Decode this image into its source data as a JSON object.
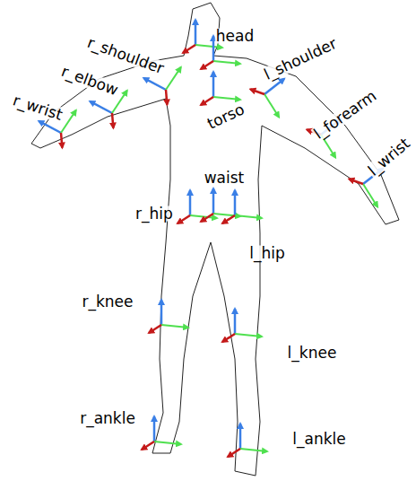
{
  "diagram": {
    "labels": [
      "head",
      "r_shoulder",
      "l_shoulder",
      "r_elbow",
      "torso",
      "l_forearm",
      "r_wrist",
      "l_wrist",
      "waist",
      "r_hip",
      "l_hip",
      "r_knee",
      "l_knee",
      "r_ankle",
      "l_ankle"
    ]
  }
}
